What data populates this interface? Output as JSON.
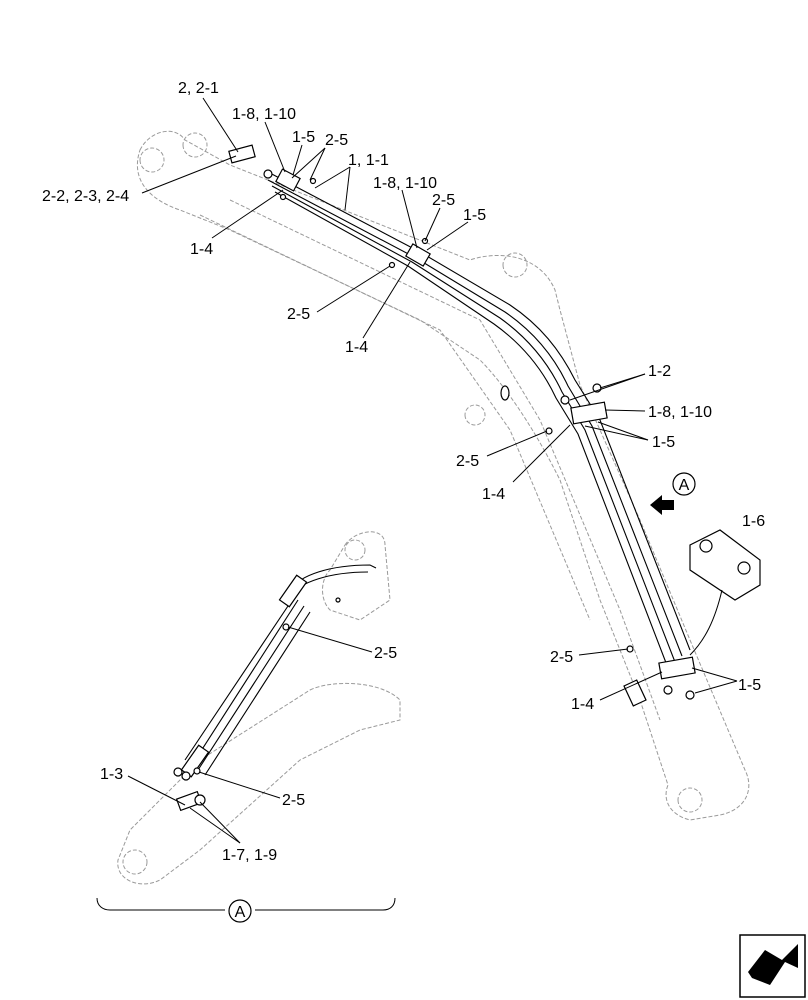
{
  "callouts": {
    "c_2_2_1": "2, 2-1",
    "c_1_8_1_10_a": "1-8, 1-10",
    "c_1_5_a": "1-5",
    "c_2_5_a": "2-5",
    "c_1_1_1": "1, 1-1",
    "c_1_8_1_10_b": "1-8, 1-10",
    "c_2_5_b": "2-5",
    "c_1_5_b": "1-5",
    "c_2_2_2_3_2_4": "2-2, 2-3, 2-4",
    "c_1_4_a": "1-4",
    "c_2_5_c": "2-5",
    "c_1_4_b": "1-4",
    "c_1_2": "1-2",
    "c_1_8_1_10_c": "1-8, 1-10",
    "c_1_5_c": "1-5",
    "c_2_5_d": "2-5",
    "c_1_4_c": "1-4",
    "c_1_6": "1-6",
    "c_2_5_e": "2-5",
    "c_1_4_d": "1-4",
    "c_1_5_d": "1-5",
    "c_2_5_f": "2-5",
    "c_2_5_g": "2-5",
    "c_1_3": "1-3",
    "c_1_7_1_9": "1-7, 1-9"
  },
  "view_marker": "A",
  "detail_marker": "A",
  "nav_icon": "page-navigation-icon"
}
